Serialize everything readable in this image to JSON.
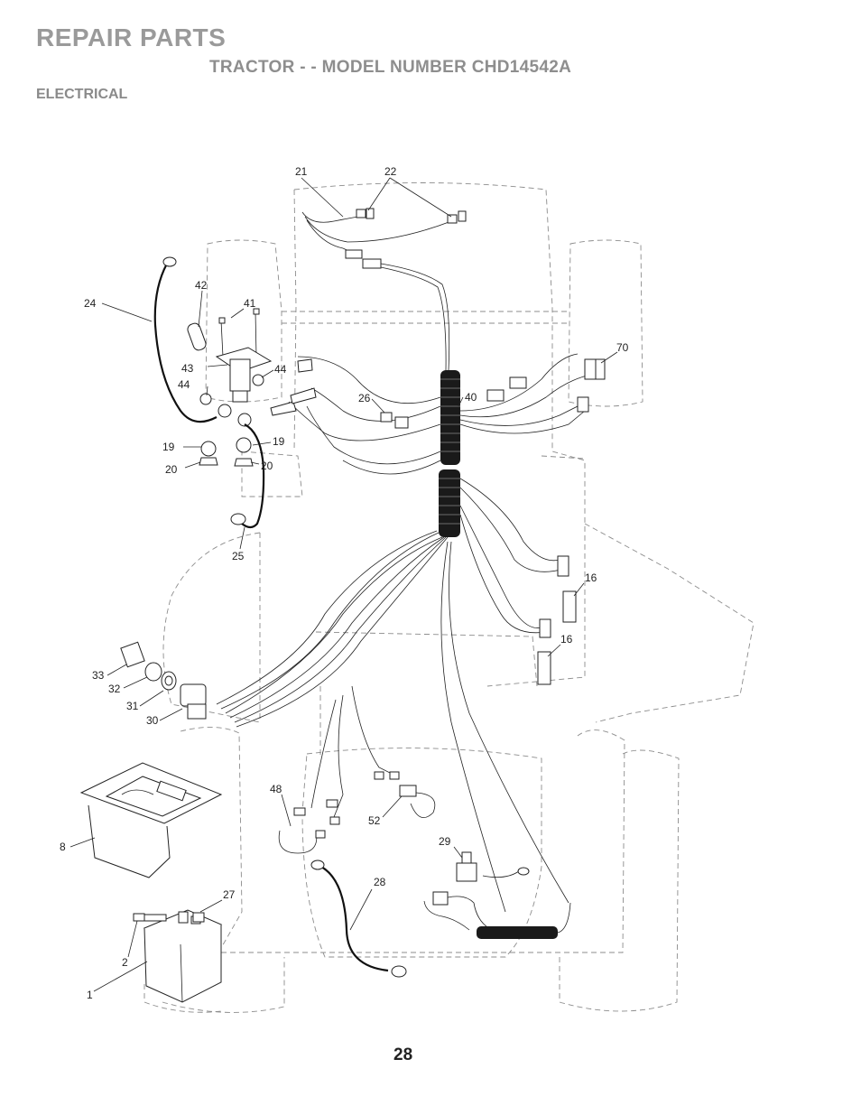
{
  "header": {
    "title": "REPAIR PARTS",
    "subtitle": "TRACTOR - - MODEL NUMBER CHD14542A",
    "section": "ELECTRICAL"
  },
  "callouts": [
    {
      "id": "c21",
      "label": "21"
    },
    {
      "id": "c22",
      "label": "22"
    },
    {
      "id": "c24",
      "label": "24"
    },
    {
      "id": "c42",
      "label": "42"
    },
    {
      "id": "c41",
      "label": "41"
    },
    {
      "id": "c43",
      "label": "43"
    },
    {
      "id": "c44a",
      "label": "44"
    },
    {
      "id": "c44b",
      "label": "44"
    },
    {
      "id": "c26",
      "label": "26"
    },
    {
      "id": "c40",
      "label": "40"
    },
    {
      "id": "c70",
      "label": "70"
    },
    {
      "id": "c19a",
      "label": "19"
    },
    {
      "id": "c19b",
      "label": "19"
    },
    {
      "id": "c20a",
      "label": "20"
    },
    {
      "id": "c20b",
      "label": "20"
    },
    {
      "id": "c25",
      "label": "25"
    },
    {
      "id": "c16a",
      "label": "16"
    },
    {
      "id": "c16b",
      "label": "16"
    },
    {
      "id": "c33",
      "label": "33"
    },
    {
      "id": "c32",
      "label": "32"
    },
    {
      "id": "c31",
      "label": "31"
    },
    {
      "id": "c30",
      "label": "30"
    },
    {
      "id": "c48",
      "label": "48"
    },
    {
      "id": "c52",
      "label": "52"
    },
    {
      "id": "c29",
      "label": "29"
    },
    {
      "id": "c8",
      "label": "8"
    },
    {
      "id": "c28",
      "label": "28"
    },
    {
      "id": "c27",
      "label": "27"
    },
    {
      "id": "c2",
      "label": "2"
    },
    {
      "id": "c1",
      "label": "1"
    }
  ],
  "footer": {
    "page_number": "28"
  }
}
